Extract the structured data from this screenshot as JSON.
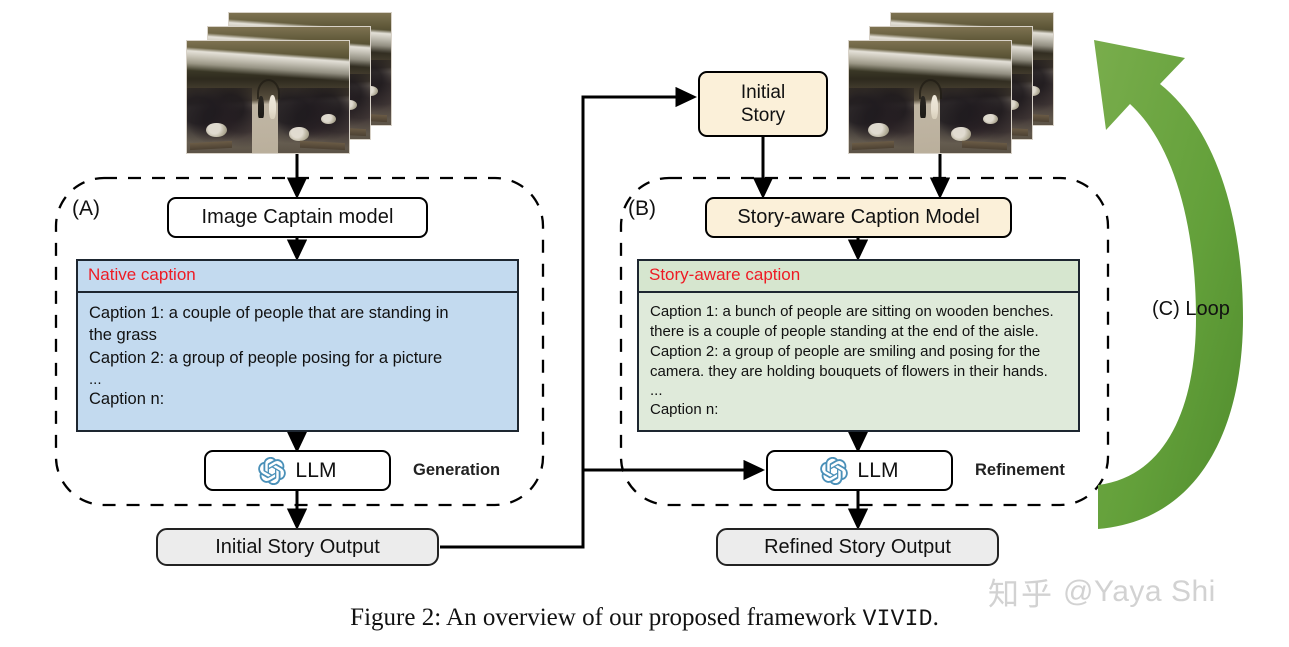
{
  "figure": {
    "caption_prefix": "Figure 2: An overview of our proposed framework ",
    "caption_mono": "VIVID",
    "caption_suffix": "."
  },
  "panels": {
    "a": {
      "letter": "(A)",
      "stage_label": "Generation"
    },
    "b": {
      "letter": "(B)",
      "stage_label": "Refinement"
    },
    "c": {
      "label": "(C) Loop"
    }
  },
  "nodes": {
    "image_caption_model": "Image Captain model",
    "story_aware_caption_model": "Story-aware Caption Model",
    "initial_story_line1": "Initial",
    "initial_story_line2": "Story",
    "llm_left": "LLM",
    "llm_right": "LLM",
    "initial_story_output": "Initial Story Output",
    "refined_story_output": "Refined Story Output"
  },
  "native_caption": {
    "header": "Native caption",
    "lines": [
      "Caption 1: a couple of people that are standing in",
      "the grass",
      "Caption 2: a group of people posing for a picture",
      "...",
      "Caption n:"
    ]
  },
  "story_caption": {
    "header": "Story-aware caption",
    "lines": [
      "Caption 1: a bunch of people are sitting on wooden benches.",
      "there is a couple of people standing at the end of the aisle.",
      "Caption 2: a group of people are smiling and posing for the",
      "camera. they are holding bouquets of flowers in their hands.",
      "...",
      "Caption n:"
    ]
  },
  "watermark": {
    "zh": "知乎",
    "handle": "@Yaya Shi"
  },
  "icons": {
    "llm_logo": "openai-logo-icon",
    "loop_arrow": "curved-loop-arrow-icon",
    "image_stack_left": "image-stack-icon",
    "image_stack_right": "image-stack-icon"
  },
  "colors": {
    "native_caption_fill": "#c3daef",
    "story_caption_fill": "#dfeada",
    "story_caption_header_fill": "#d6e6cf",
    "cream_node_fill": "#fbf0d9",
    "gray_node_fill": "#ececec",
    "header_text": "#ee1b24",
    "loop_arrow": "#64a03c",
    "openai_logo": "#4a90b8",
    "stroke": "#000000"
  }
}
